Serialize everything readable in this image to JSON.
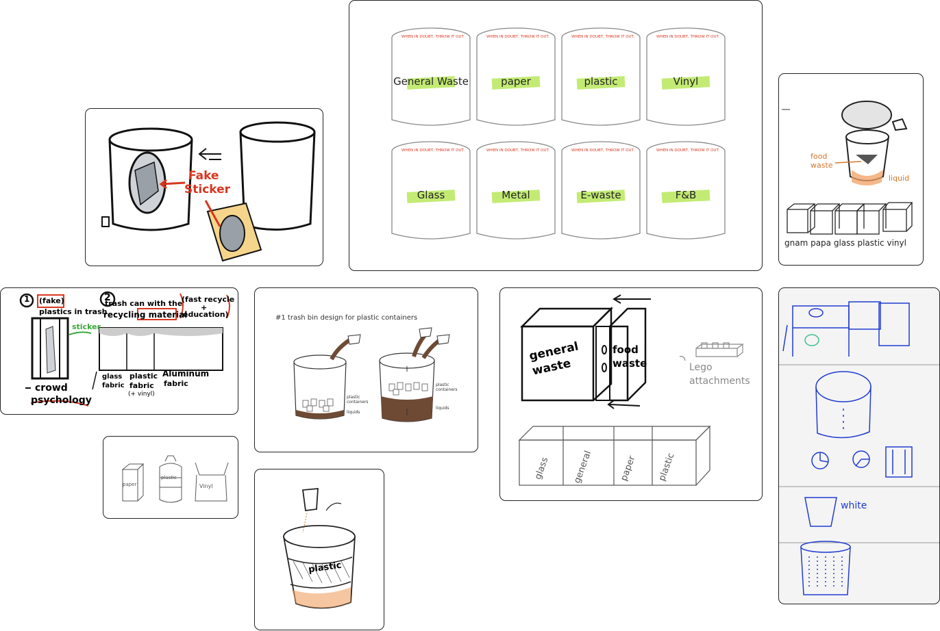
{
  "cards": {
    "fake_sticker": {
      "label_line1": "Fake",
      "label_line2": "Sticker"
    },
    "bins_grid": {
      "slogan": "WHEN IN DOUBT, THROW IT OUT.",
      "bins": [
        "General Waste",
        "paper",
        "plastic",
        "Vinyl",
        "Glass",
        "Metal",
        "E-waste",
        "F&B"
      ]
    },
    "food_bin": {
      "food_waste": "food waste",
      "liquid": "liquid",
      "labels": "gnam papa glass plastic vinyl"
    },
    "concepts": {
      "n1": "1",
      "n2": "2",
      "c1_line1": "(fake)",
      "c1_line2": "plastics in trash",
      "c2_line1": "trash can with the",
      "c2_line2": "recycling material",
      "c3_line1": "(fast recycle",
      "c3_line2": "+",
      "c3_line3": "education)",
      "sticker": "sticker",
      "crowd": "crowd",
      "psychology": "psychology",
      "glass": "glass",
      "glass2": "fabric",
      "plastic": "plastic",
      "plastic2": "fabric",
      "plastic3": "(+ vinyl)",
      "aluminum": "Aluminum",
      "aluminum2": "fabric"
    },
    "plastic_containers": {
      "title": "#1  trash bin design for plastic containers",
      "label_containers": "plastic containers",
      "label_liquids": "liquids"
    },
    "packages": {
      "paper": "paper",
      "plastic": "plastic",
      "vinyl": "Vinyl"
    },
    "plastic_can": {
      "label": "plastic"
    },
    "general_food": {
      "general": "general waste",
      "food": "food waste",
      "lego": "Lego attachments",
      "row": [
        "glass",
        "general",
        "paper",
        "plastic"
      ]
    },
    "blue_sketch": {
      "white": "white"
    }
  }
}
